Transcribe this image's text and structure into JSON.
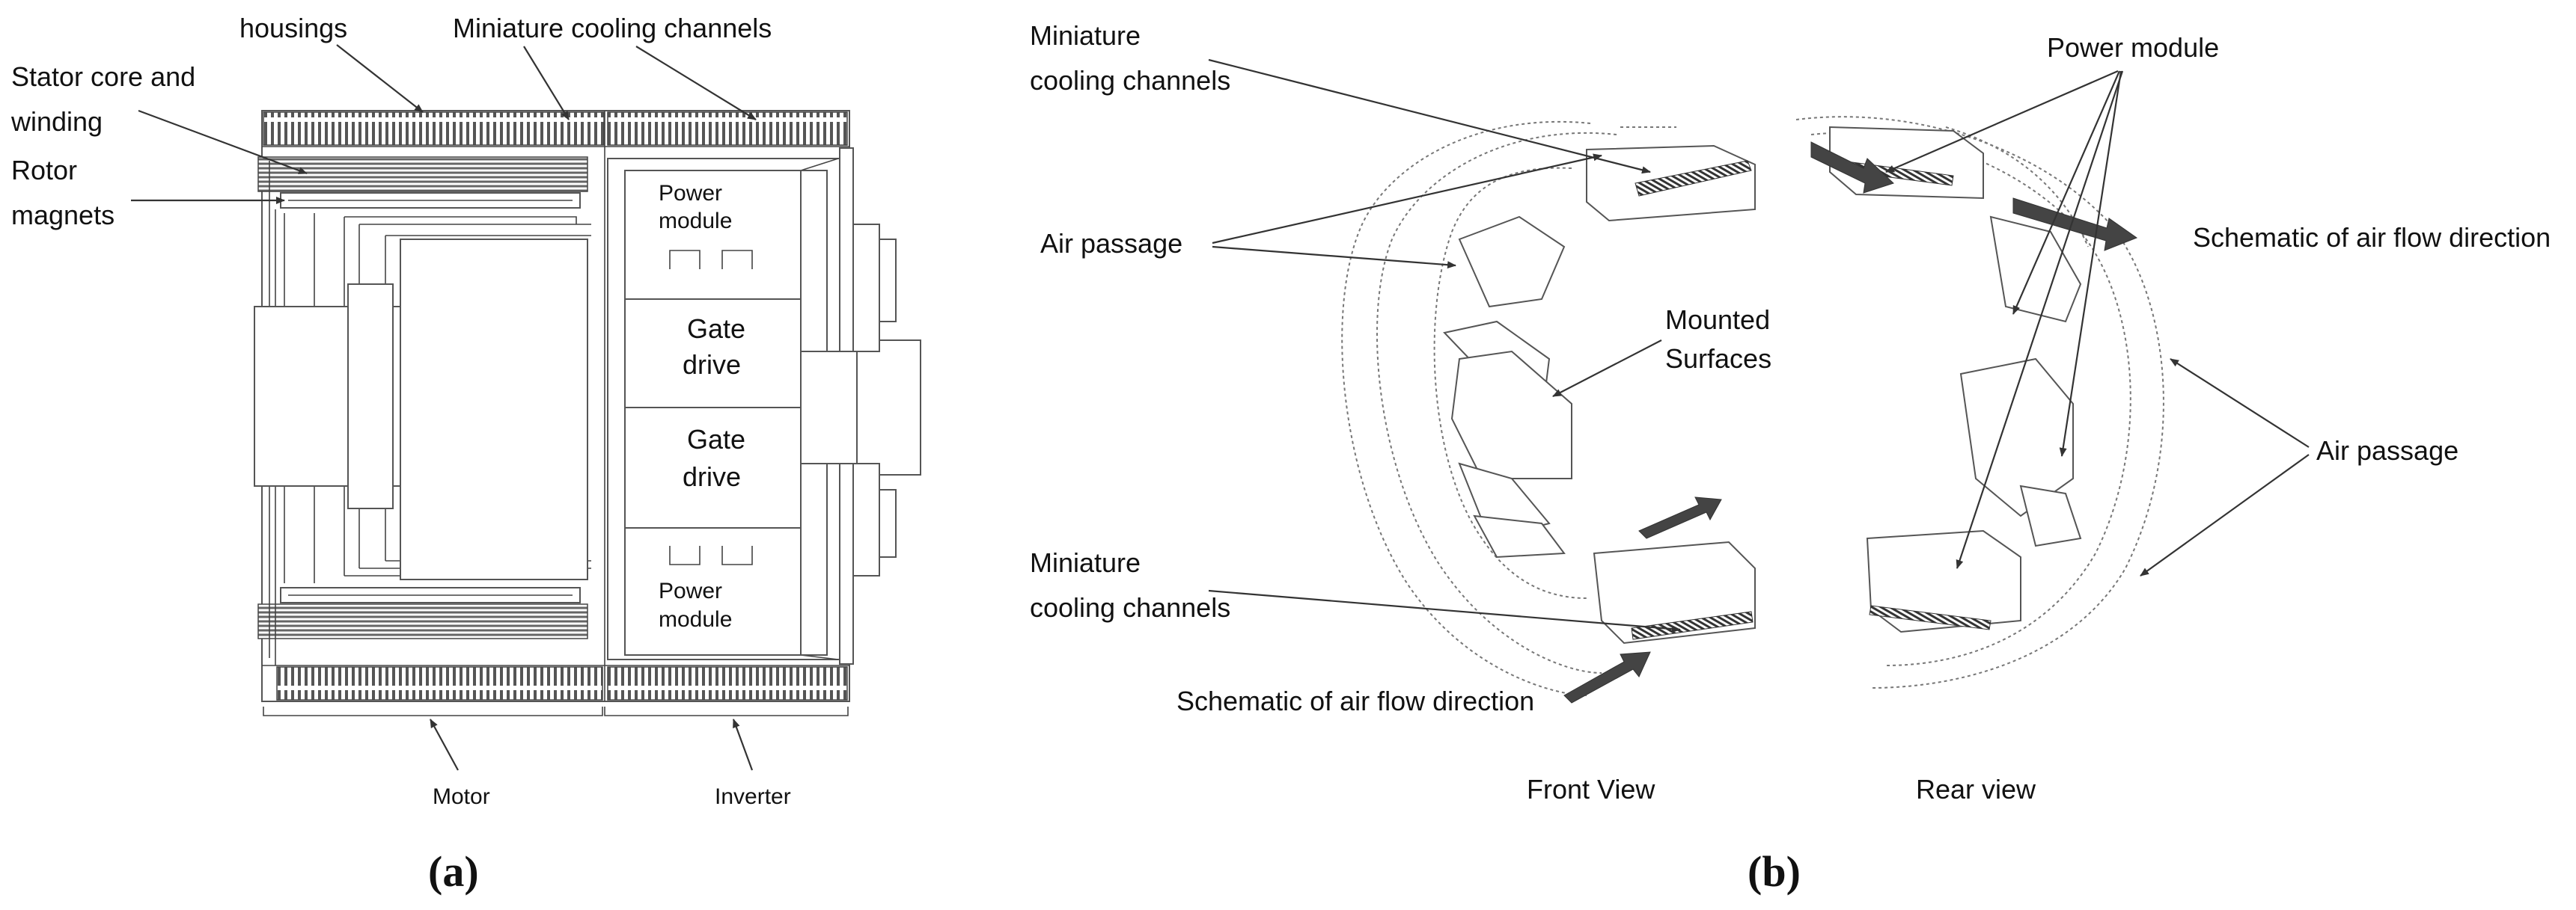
{
  "panel_a": {
    "letter": "(a)",
    "labels": {
      "housings": "housings",
      "miniature_cooling_channels": "Miniature cooling channels",
      "stator_line1": "Stator core and",
      "stator_line2": "winding",
      "rotor_line1": "Rotor",
      "rotor_line2": "magnets",
      "power_module_top_1": "Power",
      "power_module_top_2": "module",
      "gate_drive_top_1": "Gate",
      "gate_drive_top_2": "drive",
      "gate_drive_bottom_1": "Gate",
      "gate_drive_bottom_2": "drive",
      "power_module_bottom_1": "Power",
      "power_module_bottom_2": "module",
      "motor": "Motor",
      "inverter": "Inverter"
    }
  },
  "panel_b": {
    "letter": "(b)",
    "labels": {
      "mcc_top_1": "Miniature",
      "mcc_top_2": "cooling channels",
      "air_passage_left": "Air passage",
      "mounted_1": "Mounted",
      "mounted_2": "Surfaces",
      "mcc_bottom_1": "Miniature",
      "mcc_bottom_2": "cooling channels",
      "airflow_left": "Schematic of air flow direction",
      "front_view": "Front View",
      "power_module": "Power module",
      "airflow_right": "Schematic of air flow direction",
      "air_passage_right": "Air passage",
      "rear_view": "Rear view"
    }
  }
}
